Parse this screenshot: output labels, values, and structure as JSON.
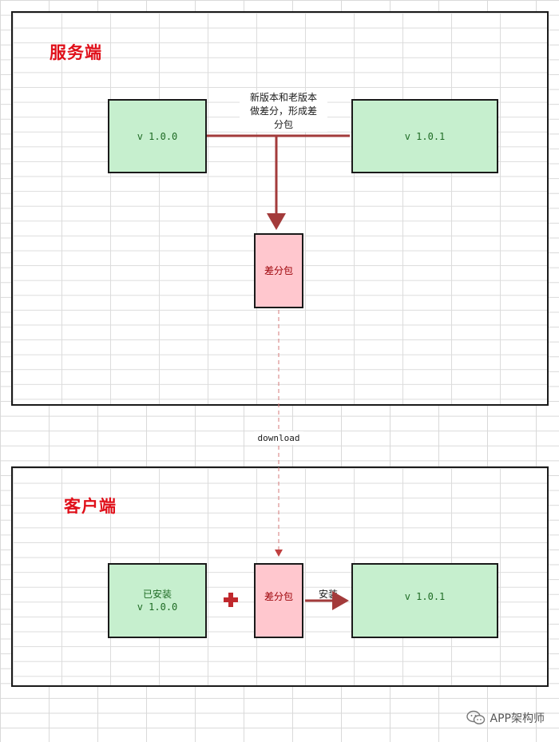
{
  "server": {
    "title": "服务端",
    "old_version": "v 1.0.0",
    "new_version": "v 1.0.1",
    "diff_note_lines": [
      "新版本和老版本",
      "做差分，形成差",
      "分包"
    ],
    "patch_label": "差分包"
  },
  "transfer": {
    "label": "download"
  },
  "client": {
    "title": "客户端",
    "installed_label": "已安装",
    "installed_version": "v 1.0.0",
    "patch_label": "差分包",
    "install_label": "安装",
    "result_version": "v 1.0.1"
  },
  "watermark": {
    "text": "APP架构师"
  },
  "colors": {
    "green_fill": "#c6efce",
    "pink_fill": "#ffc7ce",
    "arrow": "#a33b3b",
    "title_red": "#e0101a"
  }
}
